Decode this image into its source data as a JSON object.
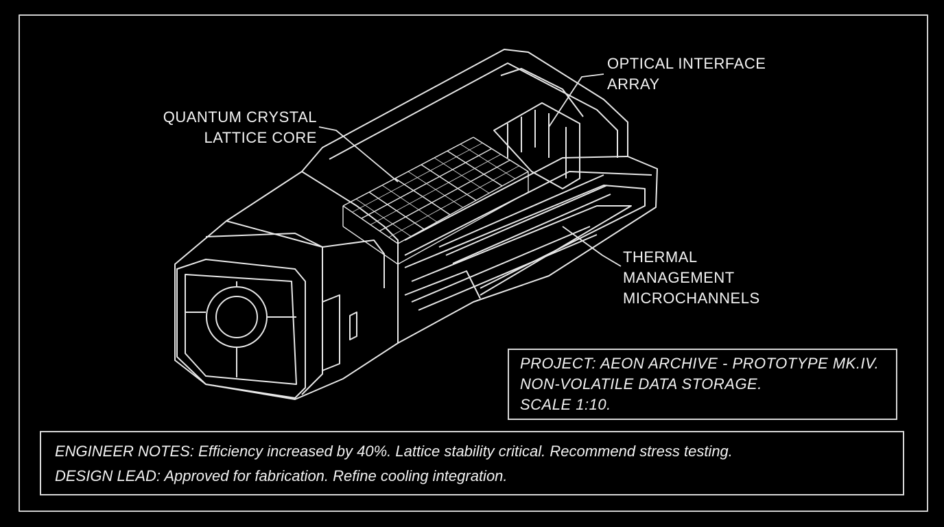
{
  "callouts": {
    "core": [
      "QUANTUM CRYSTAL",
      "LATTICE CORE"
    ],
    "optical": [
      "OPTICAL INTERFACE",
      "ARRAY"
    ],
    "thermal": [
      "THERMAL",
      "MANAGEMENT",
      "MICROCHANNELS"
    ]
  },
  "title_block": {
    "lines": [
      "PROJECT: AEON ARCHIVE - PROTOTYPE MK.IV.",
      "NON-VOLATILE DATA STORAGE.",
      "SCALE 1:10."
    ]
  },
  "notes": {
    "lines": [
      "ENGINEER NOTES: Efficiency increased by 40%. Lattice stability critical. Recommend stress testing.",
      "DESIGN LEAD: Approved for fabrication. Refine cooling integration."
    ]
  },
  "colors": {
    "background": "#000000",
    "ink": "#f0f0f0"
  }
}
